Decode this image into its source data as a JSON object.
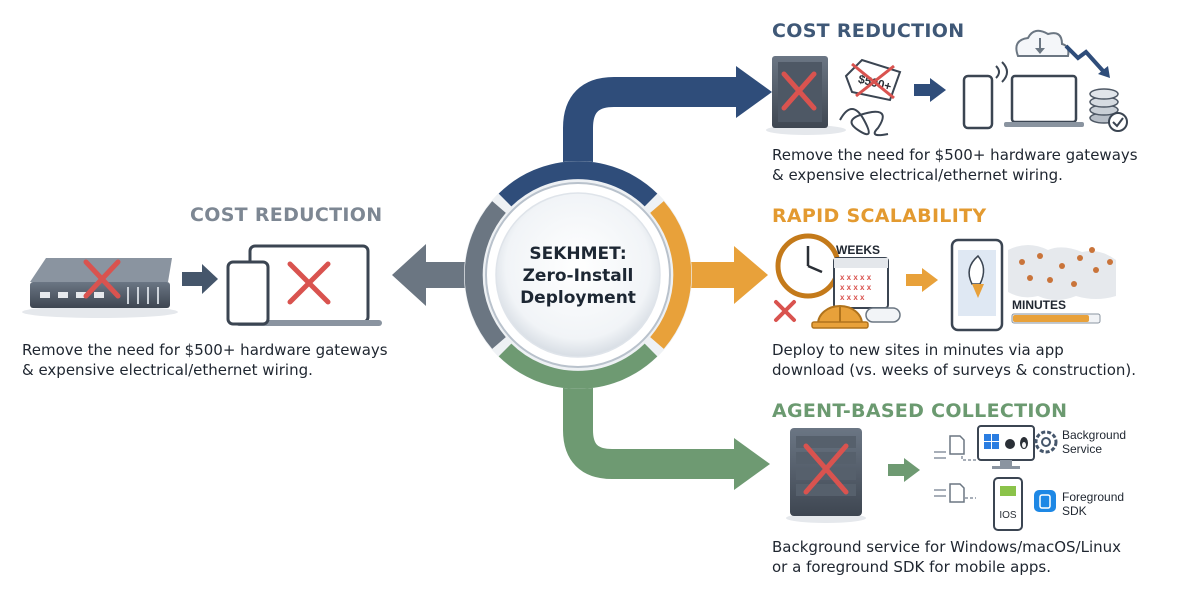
{
  "center": {
    "title_line1": "SEKHMET:",
    "title_line2": "Zero-Install",
    "title_line3": "Deployment"
  },
  "left": {
    "title": "COST REDUCTION",
    "desc_line1": "Remove the need for $500+ hardware gateways",
    "desc_line2": "& expensive electrical/ethernet wiring."
  },
  "cost": {
    "title": "COST REDUCTION",
    "price_tag": "$500+",
    "desc_line1": "Remove the need for $500+ hardware gateways",
    "desc_line2": "& expensive electrical/ethernet wiring."
  },
  "rapid": {
    "title": "RAPID SCALABILITY",
    "weeks_label": "WEEKS",
    "minutes_label": "MINUTES",
    "desc_line1": "Deploy to new sites in minutes via app",
    "desc_line2": "download (vs. weeks of surveys & construction)."
  },
  "agent": {
    "title": "AGENT-BASED COLLECTION",
    "background_line1": "Background",
    "background_line2": "Service",
    "foreground_line1": "Foreground",
    "foreground_line2": "SDK",
    "ios_label": "IOS",
    "desc_line1": "Background service for Windows/macOS/Linux",
    "desc_line2": "or a foreground SDK for mobile apps."
  },
  "colors": {
    "blue": "#2f4d7a",
    "orange": "#e8a13a",
    "green": "#6e9a72",
    "gray": "#6b7682",
    "red": "#d9534f"
  }
}
